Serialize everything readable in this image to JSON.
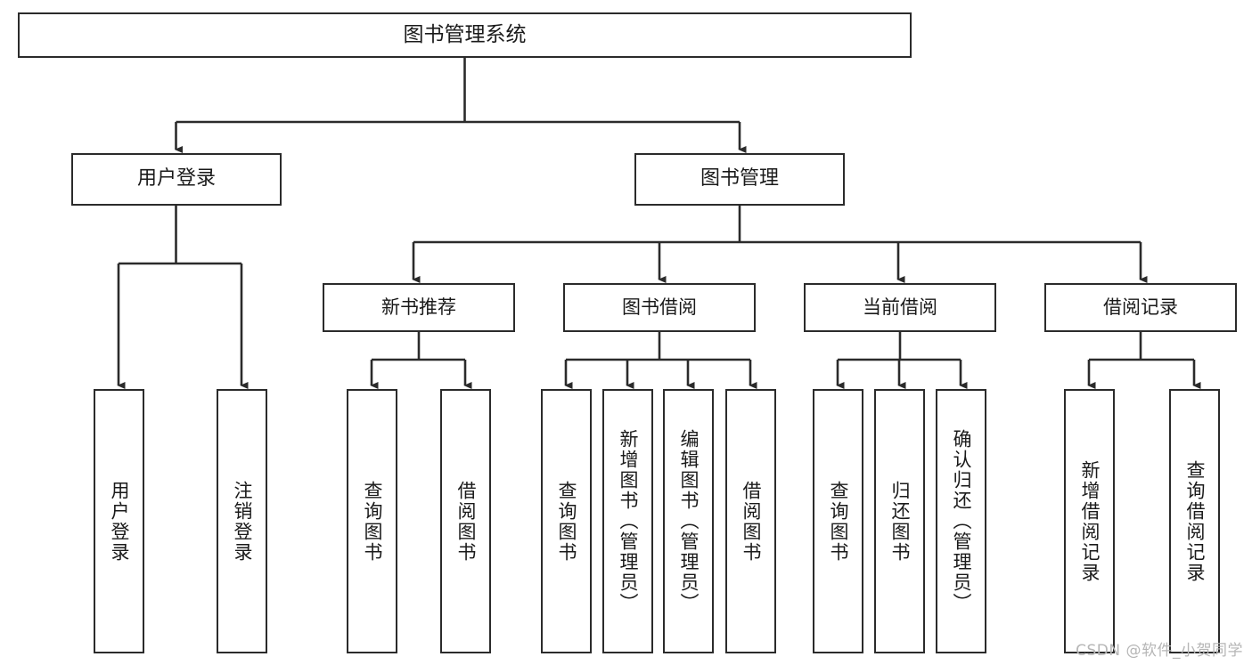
{
  "diagram": {
    "title": "图书管理系统",
    "type": "tree-hierarchy",
    "orientation": "top-down",
    "colors": {
      "box_border": "#2b2b2b",
      "box_fill": "#ffffff",
      "edge": "#2b2b2b",
      "text": "#1a1a1a",
      "watermark": "#b6b6b6",
      "background": "#ffffff"
    }
  },
  "root": {
    "label": "图书管理系统"
  },
  "level1": [
    {
      "label": "用户登录"
    },
    {
      "label": "图书管理"
    }
  ],
  "level2": [
    {
      "label": "新书推荐"
    },
    {
      "label": "图书借阅"
    },
    {
      "label": "当前借阅"
    },
    {
      "label": "借阅记录"
    }
  ],
  "leaves": {
    "user_login": [
      {
        "label": "用户登录"
      },
      {
        "label": "注销登录"
      }
    ],
    "new_book_recommend": [
      {
        "label": "查询图书"
      },
      {
        "label": "借阅图书"
      }
    ],
    "book_borrow": [
      {
        "label": "查询图书"
      },
      {
        "label": "新增图书（管理员）"
      },
      {
        "label": "编辑图书（管理员）"
      },
      {
        "label": "借阅图书"
      }
    ],
    "current_borrow": [
      {
        "label": "查询图书"
      },
      {
        "label": "归还图书"
      },
      {
        "label": "确认归还（管理员）"
      }
    ],
    "borrow_record": [
      {
        "label": "新增借阅记录"
      },
      {
        "label": "查询借阅记录"
      }
    ]
  },
  "watermark": {
    "text": "CSDN @软件_小贺同学"
  }
}
